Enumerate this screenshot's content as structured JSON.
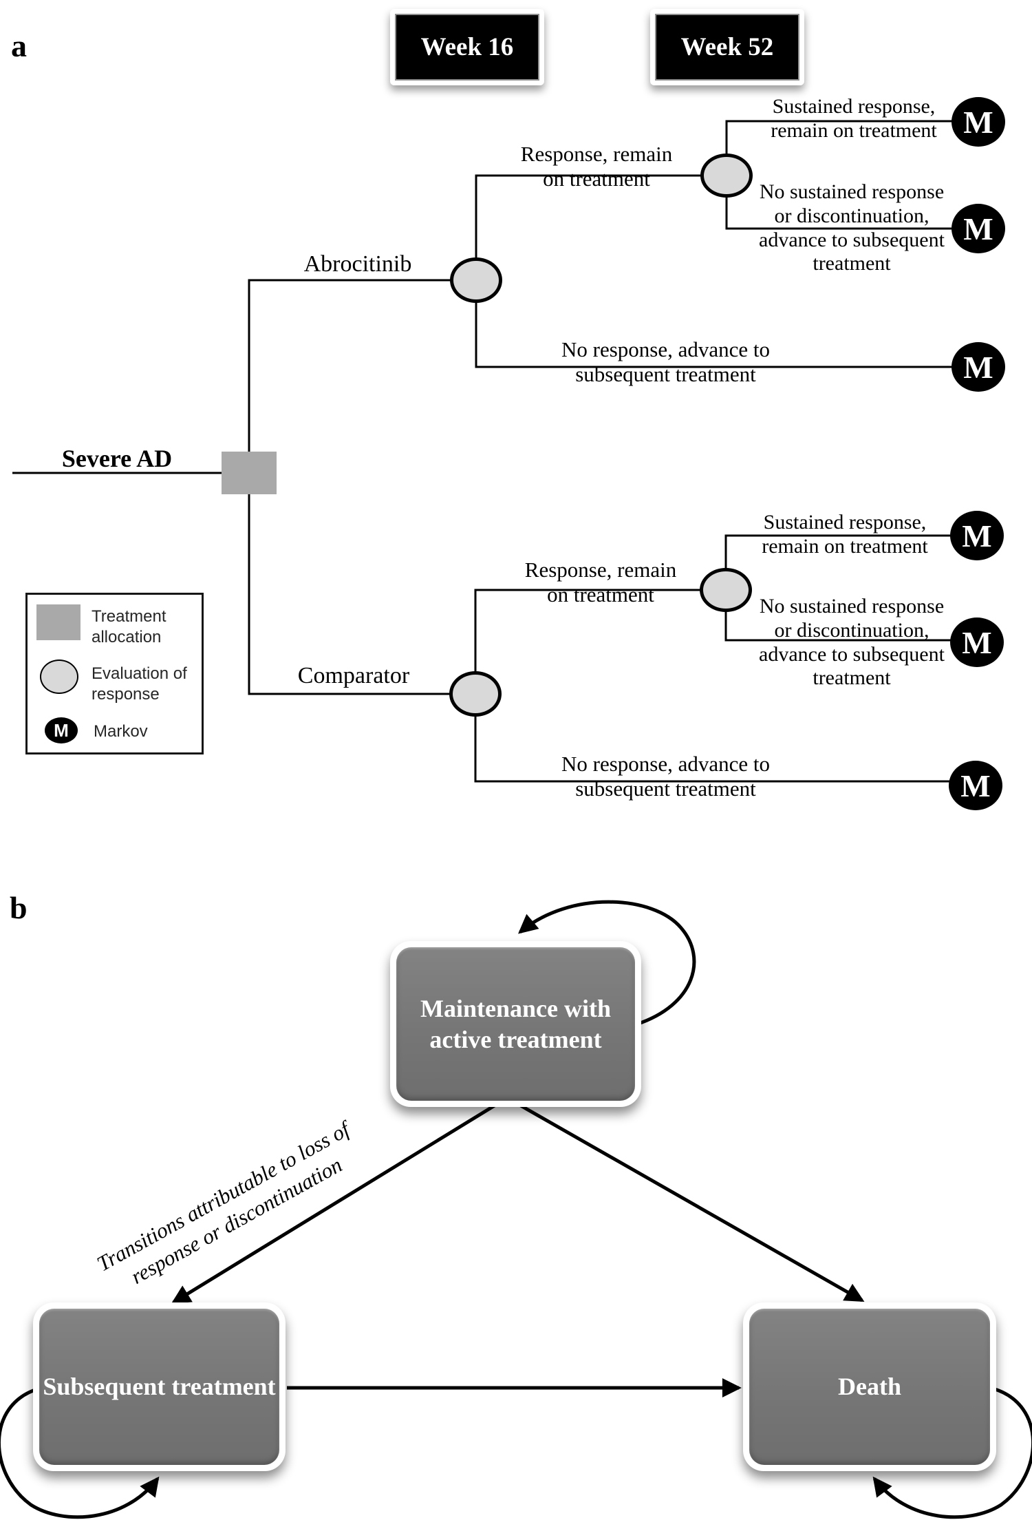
{
  "panel_a": {
    "label": "a",
    "timepoints": {
      "week16": "Week 16",
      "week52": "Week 52"
    },
    "root": "Severe AD",
    "arm_top": "Abrocitinib",
    "arm_bottom": "Comparator",
    "branch_response": "Response, remain on treatment",
    "branch_no_response": "No response, advance to subsequent treatment",
    "branch_sustained": "Sustained response, remain on treatment",
    "branch_no_sustained": "No sustained response or discontinuation, advance to subsequent treatment",
    "markov": "M",
    "legend": {
      "treatment_allocation": "Treatment allocation",
      "evaluation": "Evaluation of response",
      "markov": "Markov"
    }
  },
  "panel_b": {
    "label": "b",
    "state_maintenance": "Maintenance with active treatment",
    "state_subsequent": "Subsequent treatment",
    "state_death": "Death",
    "transition_note": "Transitions attributable to loss of response or discontinuation"
  },
  "colors": {
    "timepoint_box": "#000000",
    "timepoint_text": "#ffffff",
    "allocation_node": "#a9a9a9",
    "evaluation_node": "#d9d9d9",
    "markov_node": "#000000",
    "markov_text": "#ffffff",
    "state_box": "#767676",
    "state_text": "#ffffff",
    "line": "#000000"
  }
}
